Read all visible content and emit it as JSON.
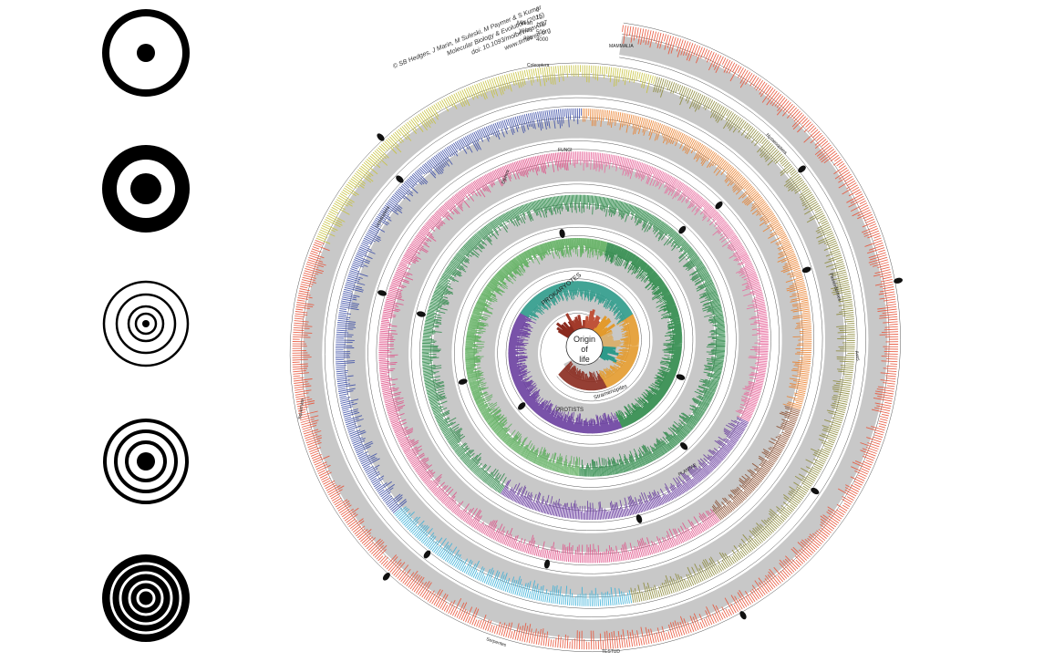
{
  "credits": {
    "authors": "© SB Hedges, J Marin, M Suleski, M Paymer & S Kumar",
    "journal": "Molecular Biology & Evolution (2015)",
    "doi": "doi: 10.1093/molbev/msv037",
    "site": "www.timetree.org"
  },
  "scale": {
    "ticks": [
      "0",
      "10",
      "100",
      "500",
      "4000"
    ],
    "unit_line1": "Million",
    "unit_line2": "years",
    "unit_line3": "ago"
  },
  "center": {
    "line1": "Origin",
    "line2": "of",
    "line3": "life"
  },
  "labels": {
    "prokaryotes": "PROKARYOTES",
    "protists": "PROTISTS",
    "stramenopiles": "Stramenopiles",
    "fungi": "FUNGI",
    "plantae": "PLANTAE",
    "mammalia": "MAMMALIA",
    "aves": "Aves",
    "serpentes": "Serpentes",
    "testud": "TESTUD",
    "lepidoptera": "Lepidoptera",
    "coleoptera": "Coleoptera",
    "diptera": "Diptera",
    "hymenoptera": "Hymenoptera",
    "passeriformes": "Passeriformes",
    "squamata": "Squamata"
  },
  "colors": {
    "mammals": "#e8543a",
    "birds": "#e8543a",
    "reptiles": "#8c8a3a",
    "amphibians": "#c7c23f",
    "fish": "#3c4ea6",
    "fish_light": "#3ab0d8",
    "insects": "#e0538a",
    "arthropods": "#e86d9e",
    "fungi": "#6a3fa0",
    "plants": "#2f8a4a",
    "plants_light": "#5fae5f",
    "protists_orange": "#e39a2c",
    "protists_teal": "#2d9a8a",
    "prokaryotes": "#8a2a1e",
    "orange": "#ea8230",
    "brown": "#8a4a2a",
    "gray_band": "#9a9a9a"
  },
  "icons": [
    {
      "name": "target-ring-thin-icon"
    },
    {
      "name": "target-ring-thick-icon"
    },
    {
      "name": "concentric-rings-thin-icon"
    },
    {
      "name": "concentric-rings-medium-icon"
    },
    {
      "name": "concentric-rings-thick-icon"
    }
  ]
}
